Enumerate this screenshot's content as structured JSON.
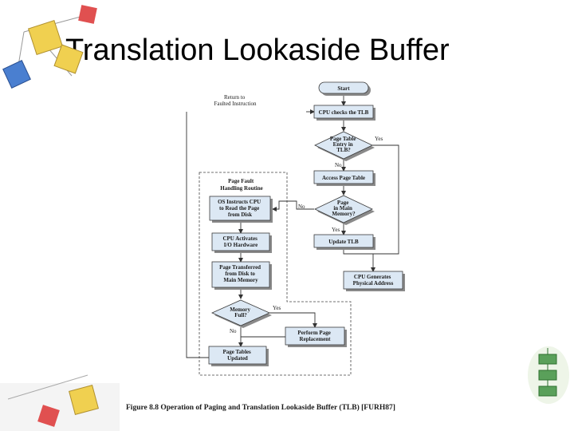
{
  "slide": {
    "title": "Translation Lookaside Buffer"
  },
  "diagram": {
    "return_label": [
      "Return to",
      "Faulted Instruction"
    ],
    "fault_routine_label": [
      "Page Fault",
      "Handling Routine"
    ],
    "nodes": {
      "start": [
        "Start"
      ],
      "cpu_checks_tlb": [
        "CPU checks the TLB"
      ],
      "entry_in_tlb": [
        "Page Table",
        "Entry in",
        "TLB?"
      ],
      "access_page_table": [
        "Access Page Table"
      ],
      "page_in_memory": [
        "Page",
        "in Main",
        "Memory?"
      ],
      "update_tlb": [
        "Update TLB"
      ],
      "generate_address": [
        "CPU Generates",
        "Physical Address"
      ],
      "os_instructs": [
        "OS Instructs CPU",
        "to Read the Page",
        "from Disk"
      ],
      "cpu_activates": [
        "CPU Activates",
        "I/O Hardware"
      ],
      "page_transferred": [
        "Page Transferred",
        "from Disk to",
        "Main Memory"
      ],
      "memory_full": [
        "Memory",
        "Full?"
      ],
      "perform_replacement": [
        "Perform Page",
        "Replacement"
      ],
      "tables_updated": [
        "Page Tables",
        "Updated"
      ]
    },
    "edge_labels": {
      "yes": "Yes",
      "no": "No"
    },
    "caption": "Figure 8.8   Operation of Paging and Translation Lookaside Buffer (TLB) [FURH87]"
  },
  "colors": {
    "node_fill": "#dce8f4",
    "node_stroke": "#3a3a3a",
    "shadow": "#8a8a8a",
    "line": "#333333",
    "deco_red": "#e05050",
    "deco_blue": "#4a7fd0",
    "deco_yellow": "#f0d050",
    "deco_green": "#5aa05a"
  }
}
